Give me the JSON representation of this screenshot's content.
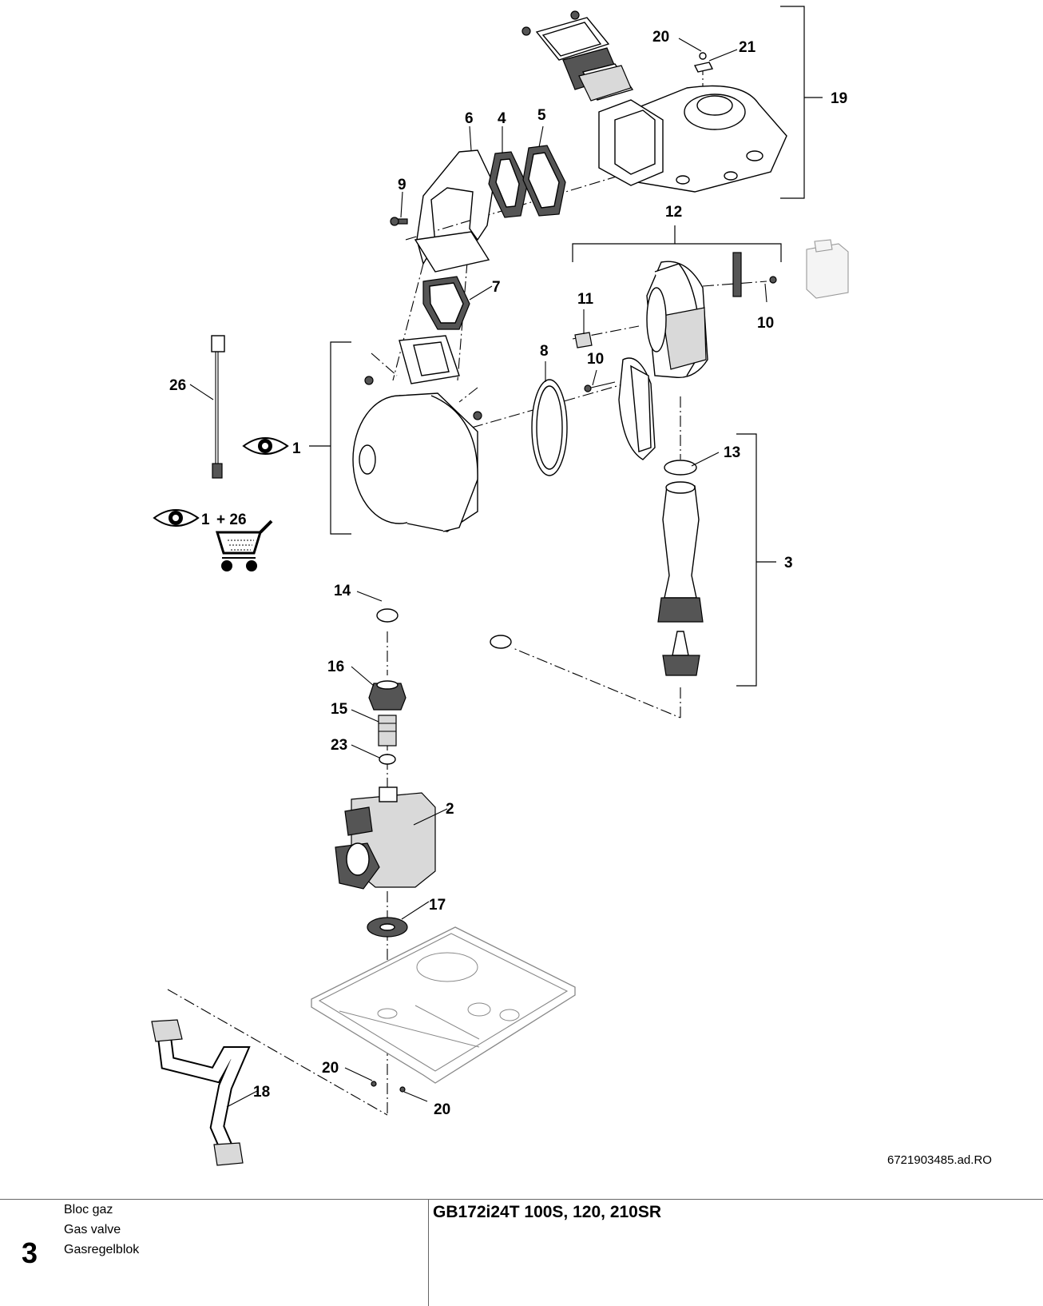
{
  "callouts": [
    {
      "label": "1"
    },
    {
      "label": "2"
    },
    {
      "label": "3"
    },
    {
      "label": "4"
    },
    {
      "label": "5"
    },
    {
      "label": "6"
    },
    {
      "label": "7"
    },
    {
      "label": "8"
    },
    {
      "label": "9"
    },
    {
      "label": "10"
    },
    {
      "label": "10"
    },
    {
      "label": "11"
    },
    {
      "label": "12"
    },
    {
      "label": "13"
    },
    {
      "label": "14"
    },
    {
      "label": "15"
    },
    {
      "label": "16"
    },
    {
      "label": "17"
    },
    {
      "label": "18"
    },
    {
      "label": "19"
    },
    {
      "label": "20"
    },
    {
      "label": "20"
    },
    {
      "label": "20"
    },
    {
      "label": "21"
    },
    {
      "label": "23"
    },
    {
      "label": "26"
    },
    {
      "label": "1"
    },
    {
      "label": "+ 26"
    }
  ],
  "icons": [
    "eye-icon",
    "eye-icon",
    "shopping-cart-icon"
  ],
  "drawing_id": "6721903485.ad.RO",
  "footer": {
    "page_number": "3",
    "descriptions": [
      "Bloc gaz",
      "Gas valve",
      "Gasregelblok"
    ],
    "model": "GB172i24T 100S, 120, 210SR"
  }
}
